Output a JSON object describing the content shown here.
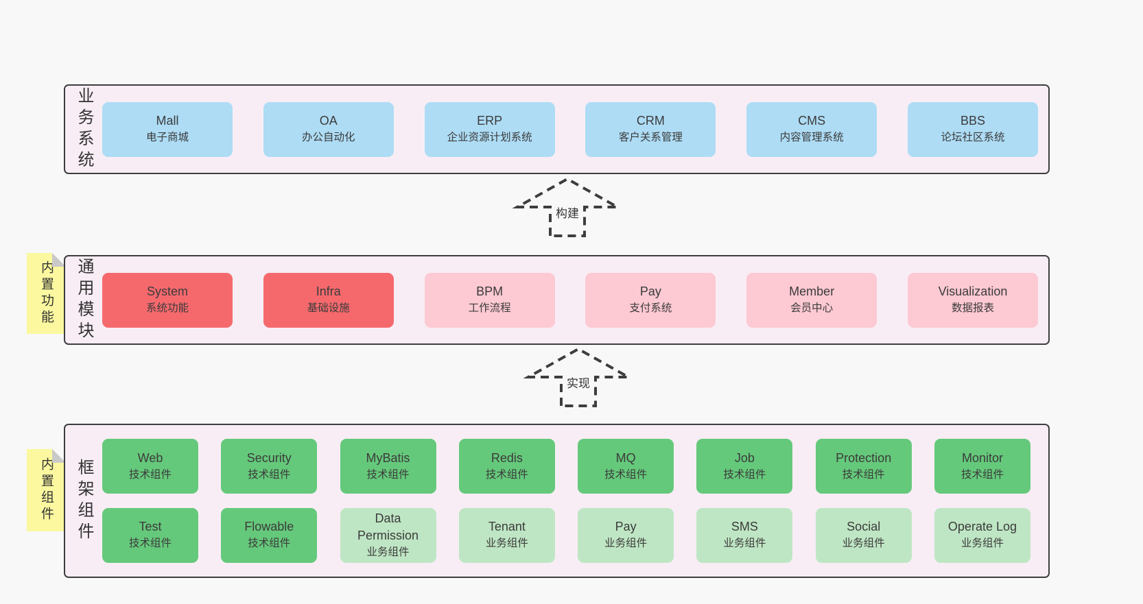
{
  "page": {
    "background": "#f8f8f8"
  },
  "colors": {
    "container_bg": "#f8edf5",
    "container_border": "#3d3d3d",
    "blue": "#aedcf5",
    "red": "#f5696d",
    "pink": "#fdc9d3",
    "green": "#65c97b",
    "green_light": "#bfe6c4",
    "sticky_yellow": "#fbf89f",
    "sticky_fold": "#c9c9c9",
    "text": "#3b3b3b"
  },
  "arrows": [
    {
      "label": "构建"
    },
    {
      "label": "实现"
    }
  ],
  "bands": [
    {
      "id": "business-systems",
      "side_label": "业务系统",
      "sticky": null,
      "rows": [
        [
          {
            "title": "Mall",
            "subtitle": "电子商城",
            "variant": "blue"
          },
          {
            "title": "OA",
            "subtitle": "办公自动化",
            "variant": "blue"
          },
          {
            "title": "ERP",
            "subtitle": "企业资源计划系统",
            "variant": "blue"
          },
          {
            "title": "CRM",
            "subtitle": "客户关系管理",
            "variant": "blue"
          },
          {
            "title": "CMS",
            "subtitle": "内容管理系统",
            "variant": "blue"
          },
          {
            "title": "BBS",
            "subtitle": "论坛社区系统",
            "variant": "blue"
          }
        ]
      ]
    },
    {
      "id": "common-modules",
      "side_label": "通用模块",
      "sticky": "内置功能",
      "rows": [
        [
          {
            "title": "System",
            "subtitle": "系统功能",
            "variant": "red"
          },
          {
            "title": "Infra",
            "subtitle": "基础设施",
            "variant": "red"
          },
          {
            "title": "BPM",
            "subtitle": "工作流程",
            "variant": "pink"
          },
          {
            "title": "Pay",
            "subtitle": "支付系统",
            "variant": "pink"
          },
          {
            "title": "Member",
            "subtitle": "会员中心",
            "variant": "pink"
          },
          {
            "title": "Visualization",
            "subtitle": "数据报表",
            "variant": "pink"
          }
        ]
      ]
    },
    {
      "id": "framework-components",
      "side_label": "框架组件",
      "sticky": "内置组件",
      "rows": [
        [
          {
            "title": "Web",
            "subtitle": "技术组件",
            "variant": "green"
          },
          {
            "title": "Security",
            "subtitle": "技术组件",
            "variant": "green"
          },
          {
            "title": "MyBatis",
            "subtitle": "技术组件",
            "variant": "green"
          },
          {
            "title": "Redis",
            "subtitle": "技术组件",
            "variant": "green"
          },
          {
            "title": "MQ",
            "subtitle": "技术组件",
            "variant": "green"
          },
          {
            "title": "Job",
            "subtitle": "技术组件",
            "variant": "green"
          },
          {
            "title": "Protection",
            "subtitle": "技术组件",
            "variant": "green"
          },
          {
            "title": "Monitor",
            "subtitle": "技术组件",
            "variant": "green"
          }
        ],
        [
          {
            "title": "Test",
            "subtitle": "技术组件",
            "variant": "green"
          },
          {
            "title": "Flowable",
            "subtitle": "技术组件",
            "variant": "green"
          },
          {
            "title": "Data Permission",
            "subtitle": "业务组件",
            "variant": "green-light"
          },
          {
            "title": "Tenant",
            "subtitle": "业务组件",
            "variant": "green-light"
          },
          {
            "title": "Pay",
            "subtitle": "业务组件",
            "variant": "green-light"
          },
          {
            "title": "SMS",
            "subtitle": "业务组件",
            "variant": "green-light"
          },
          {
            "title": "Social",
            "subtitle": "业务组件",
            "variant": "green-light"
          },
          {
            "title": "Operate Log",
            "subtitle": "业务组件",
            "variant": "green-light"
          }
        ]
      ]
    }
  ]
}
